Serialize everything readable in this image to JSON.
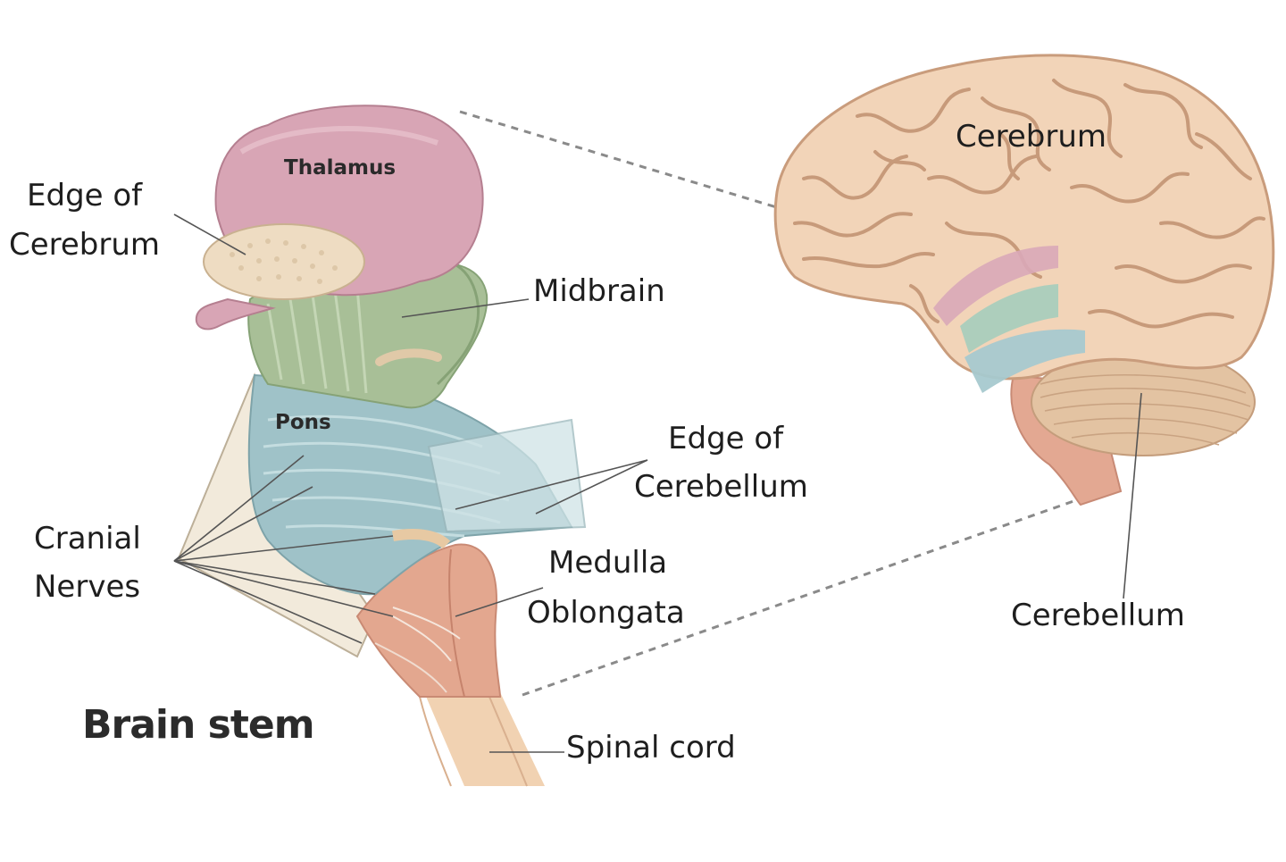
{
  "title": "Brain stem",
  "labels": {
    "thalamus": "Thalamus",
    "edge_of_cerebrum": [
      "Edge of",
      "Cerebrum"
    ],
    "midbrain": "Midbrain",
    "pons": "Pons",
    "edge_of_cerebellum": [
      "Edge of",
      "Cerebellum"
    ],
    "cranial_nerves": [
      "Cranial",
      "Nerves"
    ],
    "medulla_oblongata": [
      "Medulla",
      "Oblongata"
    ],
    "spinal_cord": "Spinal cord",
    "cerebrum": "Cerebrum",
    "cerebellum": "Cerebellum"
  },
  "colors": {
    "thalamus": "#d8a6b6",
    "edge_of_cerebrum": "#eddcc4",
    "midbrain": "#a9bf9a",
    "pons": "#9ec0c6",
    "medulla_and_spinal": "#e4a892",
    "cerebrum": "#f2d4b8",
    "cerebellum": "#e2c1a0",
    "nerve_fan": "#f0e6d6"
  },
  "icons": [
    "brain-stem-illustration",
    "whole-brain-illustration"
  ]
}
